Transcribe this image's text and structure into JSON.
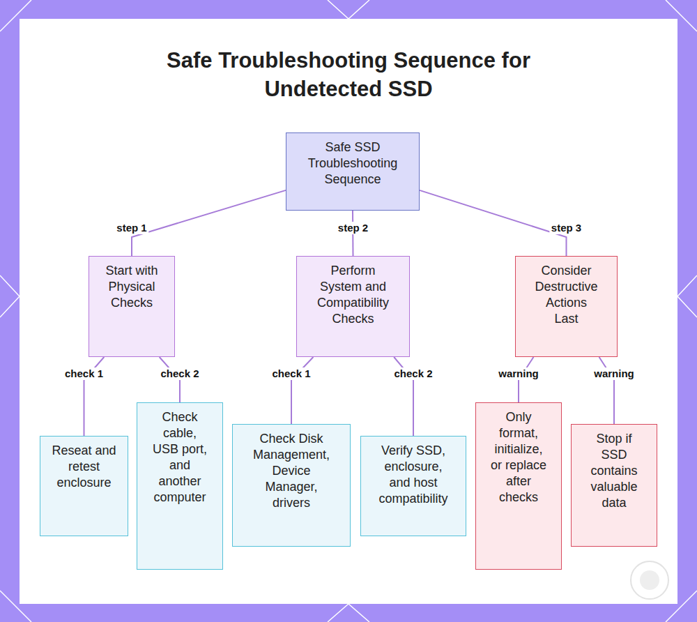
{
  "diagram": {
    "title": "Safe Troubleshooting Sequence for Undetected SSD",
    "nodes": [
      {
        "text": [
          "Safe SSD Troubleshooting Sequence"
        ]
      },
      {
        "text": [
          "Start with Physical Checks"
        ]
      },
      {
        "text": [
          "Perform System and Compatibility Checks"
        ]
      },
      {
        "text": [
          "Consider Destructive Actions Last"
        ]
      },
      {
        "text": [
          "Reseat and retest enclosure"
        ]
      },
      {
        "text": [
          "Check cable, USB port, and another computer"
        ]
      },
      {
        "text": [
          "Check Disk Management, Device Manager, drivers"
        ]
      },
      {
        "text": [
          "Verify SSD, enclosure, and host compatibility"
        ]
      },
      {
        "text": [
          "Only format, initialize, or replace after checks"
        ]
      },
      {
        "text": [
          "Stop if SSD contains valuable data"
        ]
      }
    ],
    "edges": [
      {
        "from": 0,
        "to": 1,
        "label": "step 1",
        "arrow": "none"
      },
      {
        "from": 0,
        "to": 2,
        "label": "step 2",
        "arrow": "none"
      },
      {
        "from": 0,
        "to": 3,
        "label": "step 3",
        "arrow": "none"
      },
      {
        "from": 1,
        "to": 4,
        "label": "check 1",
        "arrow": "none"
      },
      {
        "from": 1,
        "to": 5,
        "label": "check 2",
        "arrow": "none"
      },
      {
        "from": 2,
        "to": 6,
        "label": "check 1",
        "arrow": "none"
      },
      {
        "from": 2,
        "to": 7,
        "label": "check 2",
        "arrow": "none"
      },
      {
        "from": 3,
        "to": 8,
        "label": "warning",
        "arrow": "none"
      },
      {
        "from": 3,
        "to": 9,
        "label": "warning",
        "arrow": "none"
      }
    ]
  }
}
